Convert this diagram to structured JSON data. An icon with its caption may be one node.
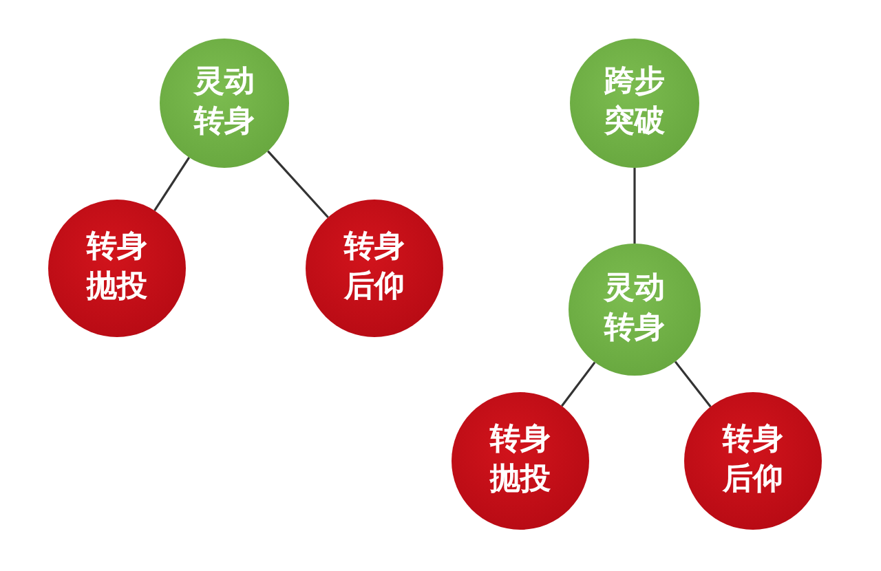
{
  "diagram": {
    "nodes": [
      {
        "text": [
          "灵动转身"
        ]
      },
      {
        "text": [
          "转身抛投"
        ]
      },
      {
        "text": [
          "转身后仰"
        ]
      },
      {
        "text": [
          "跨步突破"
        ]
      },
      {
        "text": [
          "灵动转身"
        ]
      },
      {
        "text": [
          "转身抛投"
        ]
      },
      {
        "text": [
          "转身后仰"
        ]
      }
    ],
    "edges": [
      {
        "from": 0,
        "to": 1,
        "arrow": "none"
      },
      {
        "from": 0,
        "to": 2,
        "arrow": "none"
      },
      {
        "from": 3,
        "to": 4,
        "arrow": "none"
      },
      {
        "from": 4,
        "to": 5,
        "arrow": "none"
      },
      {
        "from": 4,
        "to": 6,
        "arrow": "none"
      }
    ]
  }
}
